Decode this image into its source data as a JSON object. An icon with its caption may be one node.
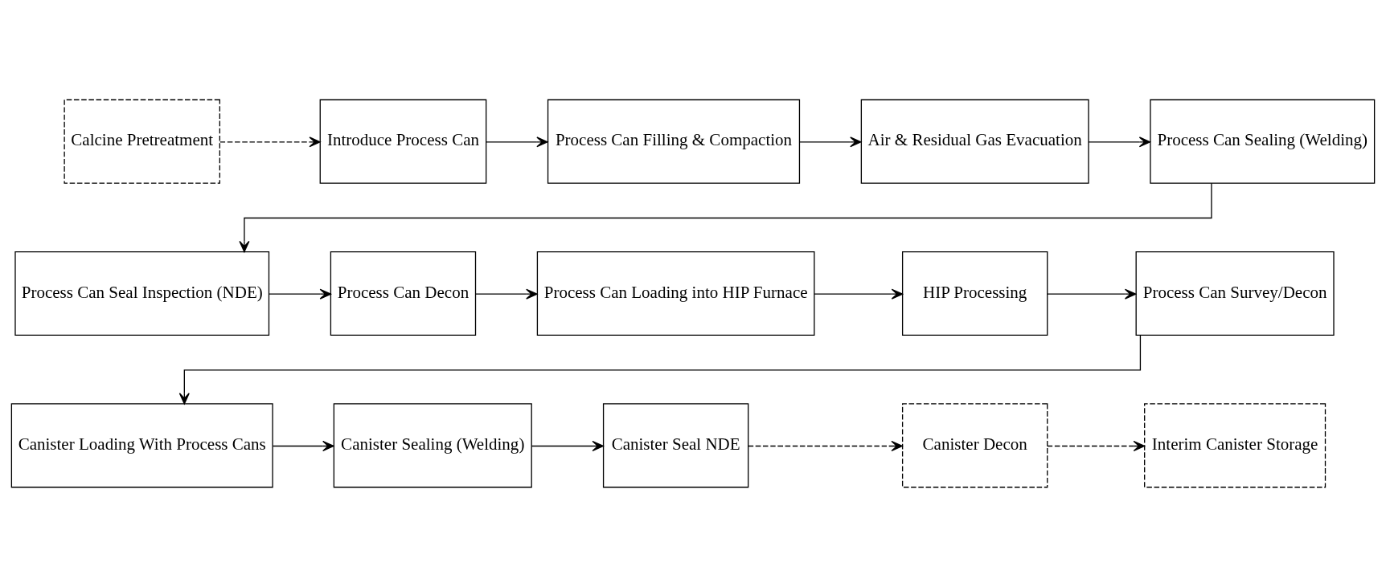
{
  "diagram": {
    "nodes": [
      {
        "text": [
          "Calcine Pretreatment"
        ]
      },
      {
        "text": [
          "Introduce Process Can"
        ]
      },
      {
        "text": [
          "Process Can Filling & Compaction"
        ]
      },
      {
        "text": [
          "Air & Residual Gas Evacuation"
        ]
      },
      {
        "text": [
          "Process Can Sealing (Welding)"
        ]
      },
      {
        "text": [
          "Process Can Seal Inspection (NDE)"
        ]
      },
      {
        "text": [
          "Process Can Decon"
        ]
      },
      {
        "text": [
          "Process Can Loading into HIP Furnace"
        ]
      },
      {
        "text": [
          "HIP Processing"
        ]
      },
      {
        "text": [
          "Process Can Survey/Decon"
        ]
      },
      {
        "text": [
          "Canister Loading With Process Cans"
        ]
      },
      {
        "text": [
          "Canister Sealing (Welding)"
        ]
      },
      {
        "text": [
          "Canister Seal NDE"
        ]
      },
      {
        "text": [
          "Canister Decon"
        ]
      },
      {
        "text": [
          "Interim Canister Storage"
        ]
      }
    ],
    "edges": [
      {
        "from": 0,
        "to": 1,
        "arrow": "to",
        "style": "dashed"
      },
      {
        "from": 1,
        "to": 2,
        "arrow": "to"
      },
      {
        "from": 2,
        "to": 3,
        "arrow": "to"
      },
      {
        "from": 3,
        "to": 4,
        "arrow": "to"
      },
      {
        "from": 4,
        "to": 5,
        "arrow": "to"
      },
      {
        "from": 5,
        "to": 6,
        "arrow": "to"
      },
      {
        "from": 6,
        "to": 7,
        "arrow": "to"
      },
      {
        "from": 7,
        "to": 8,
        "arrow": "to"
      },
      {
        "from": 8,
        "to": 9,
        "arrow": "to"
      },
      {
        "from": 9,
        "to": 10,
        "arrow": "to"
      },
      {
        "from": 10,
        "to": 11,
        "arrow": "to"
      },
      {
        "from": 11,
        "to": 12,
        "arrow": "to"
      },
      {
        "from": 12,
        "to": 13,
        "arrow": "to",
        "style": "dashed"
      },
      {
        "from": 13,
        "to": 14,
        "arrow": "to",
        "style": "dashed"
      }
    ]
  }
}
